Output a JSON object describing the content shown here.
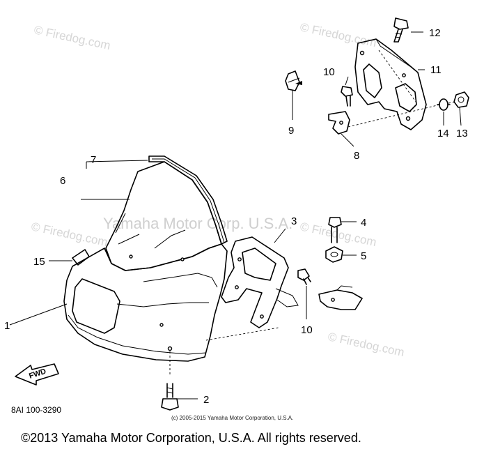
{
  "watermarks": {
    "top_left": "© Firedog.com",
    "top_right": "© Firedog.com",
    "mid_left": "© Firedog.com",
    "mid_right": "© Firedog.com",
    "bottom_right": "© Firedog.com",
    "center": "Yamaha Motor Corp. U.S.A."
  },
  "callouts": {
    "p1": "1",
    "p2": "2",
    "p3": "3",
    "p4": "4",
    "p5": "5",
    "p6": "6",
    "p7": "7",
    "p8": "8",
    "p9": "9",
    "p10a": "10",
    "p10b": "10",
    "p11": "11",
    "p12": "12",
    "p13": "13",
    "p14": "14",
    "p15": "15"
  },
  "direction_arrow": {
    "label": "FWD"
  },
  "diagram_code": "8AI 100-3290",
  "small_copyright": "(c) 2005-2015 Yamaha Motor Corporation, U.S.A.",
  "footer": "©2013 Yamaha Motor Corporation, U.S.A. All rights reserved."
}
